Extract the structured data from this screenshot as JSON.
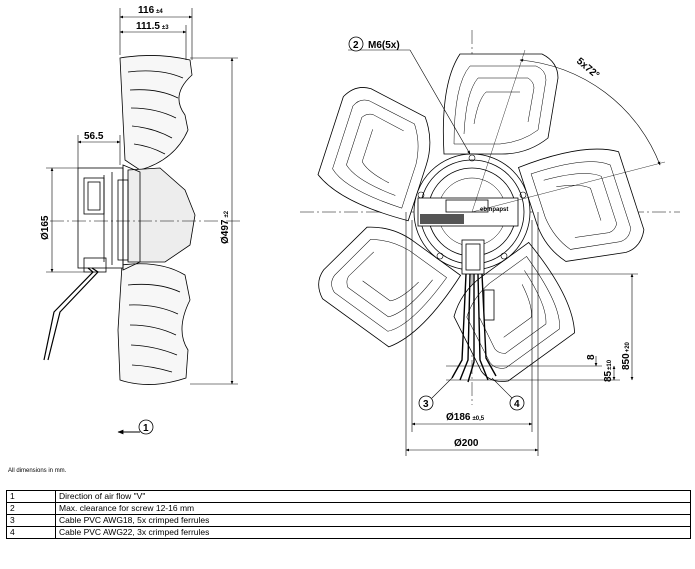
{
  "dimensions": {
    "width_116": "116",
    "tol_116": "±4",
    "width_111": "111.5",
    "tol_111": "±3",
    "depth_56": "56.5",
    "dia_165": "Ø165",
    "dia_497": "Ø497",
    "tol_497": "±2",
    "thread": "M6(5x)",
    "angle": "5x72°",
    "dia_186": "Ø186",
    "tol_186": "±0,5",
    "dia_200": "Ø200",
    "len_8": "8",
    "len_85": "85",
    "tol_85": "±10",
    "len_850": "850",
    "tol_850": "+20"
  },
  "callouts": {
    "c1": "1",
    "c2": "2",
    "c3": "3",
    "c4": "4"
  },
  "label_brand": "ebmpapst",
  "note": "All dimensions in mm.",
  "legend": [
    {
      "num": "1",
      "text": "Direction of air flow \"V\""
    },
    {
      "num": "2",
      "text": "Max. clearance for screw 12-16 mm"
    },
    {
      "num": "3",
      "text": "Cable PVC AWG18, 5x crimped ferrules"
    },
    {
      "num": "4",
      "text": "Cable PVC AWG22, 3x crimped ferrules"
    }
  ]
}
